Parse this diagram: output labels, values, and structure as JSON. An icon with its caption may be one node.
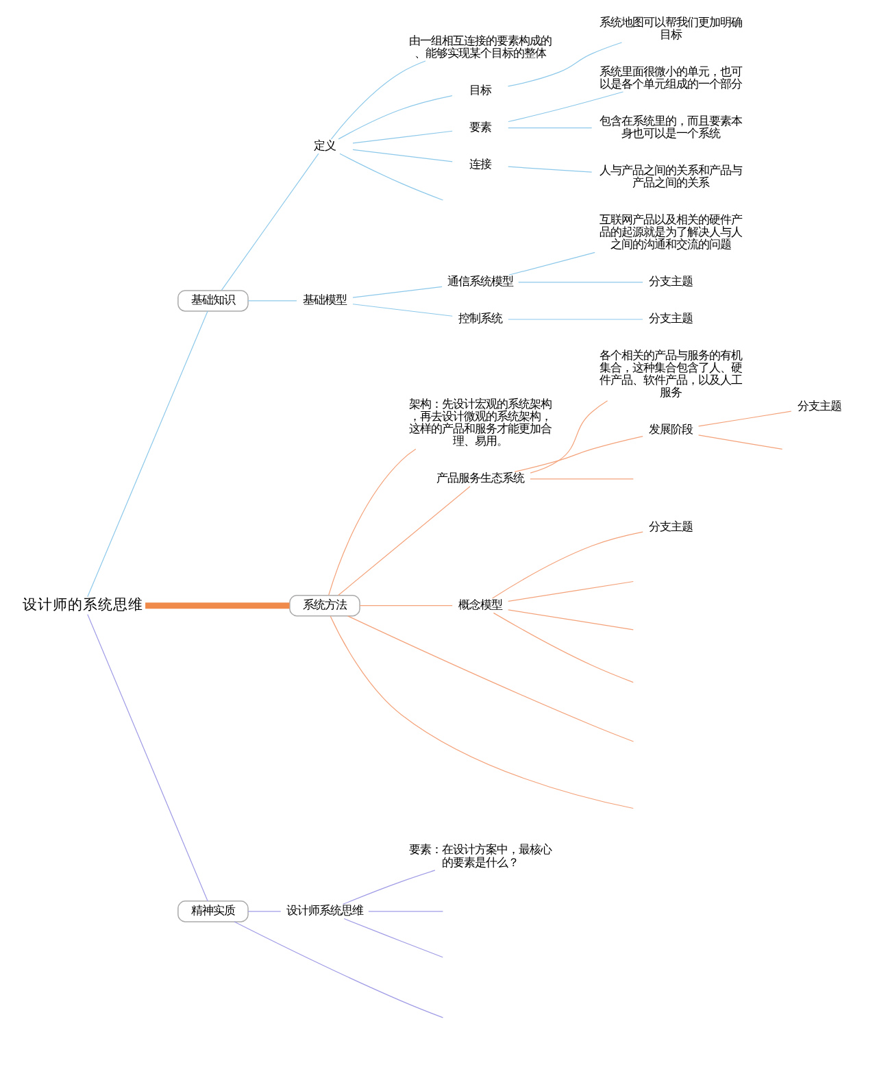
{
  "diagram": {
    "nodes": [
      {
        "text": [
          "设计师的系统思维"
        ]
      },
      {
        "text": [
          "基础知识"
        ]
      },
      {
        "text": [
          "定义"
        ]
      },
      {
        "text": [
          "由一组相互连接的要素构成的、能够实现某个目标的整体"
        ]
      },
      {
        "text": [
          "目标"
        ]
      },
      {
        "text": [
          "系统地图可以帮我们更加明确目标"
        ]
      },
      {
        "text": [
          "要素"
        ]
      },
      {
        "text": [
          "系统里面很微小的单元，也可以是各个单元组成的一个部分"
        ]
      },
      {
        "text": [
          "包含在系统里的，而且要素本身也可以是一个系统"
        ]
      },
      {
        "text": [
          "连接"
        ]
      },
      {
        "text": [
          "人与产品之间的关系和产品与产品之间的关系"
        ]
      },
      {
        "text": [
          "基础模型"
        ]
      },
      {
        "text": [
          "通信系统模型"
        ]
      },
      {
        "text": [
          "互联网产品以及相关的硬件产品的起源就是为了解决人与人之间的沟通和交流的问题"
        ]
      },
      {
        "text": [
          "分支主题"
        ]
      },
      {
        "text": [
          "控制系统"
        ]
      },
      {
        "text": [
          "分支主题"
        ]
      },
      {
        "text": [
          "系统方法"
        ]
      },
      {
        "text": [
          "架构：先设计宏观的系统架构，再去设计微观的系统架构，这样的产品和服务才能更加合理、易用。"
        ]
      },
      {
        "text": [
          "产品服务生态系统"
        ]
      },
      {
        "text": [
          "各个相关的产品与服务的有机集合，这种集合包含了人、硬件产品、软件产品，以及人工服务"
        ]
      },
      {
        "text": [
          "发展阶段"
        ]
      },
      {
        "text": [
          "分支主题"
        ]
      },
      {
        "text": [
          "概念模型"
        ]
      },
      {
        "text": [
          "分支主题"
        ]
      },
      {
        "text": [
          "精神实质"
        ]
      },
      {
        "text": [
          "设计师系统思维"
        ]
      },
      {
        "text": [
          "要素：在设计方案中，最核心的要素是什么？"
        ]
      }
    ],
    "edges": [
      {
        "from": 0,
        "to": 1,
        "arrow": "none"
      },
      {
        "from": 1,
        "to": 2,
        "arrow": "none"
      },
      {
        "from": 2,
        "to": 3,
        "arrow": "none"
      },
      {
        "from": 2,
        "to": 4,
        "arrow": "none"
      },
      {
        "from": 4,
        "to": 5,
        "arrow": "none"
      },
      {
        "from": 2,
        "to": 6,
        "arrow": "none"
      },
      {
        "from": 6,
        "to": 7,
        "arrow": "none"
      },
      {
        "from": 6,
        "to": 8,
        "arrow": "none"
      },
      {
        "from": 2,
        "to": 9,
        "arrow": "none"
      },
      {
        "from": 9,
        "to": 10,
        "arrow": "none"
      },
      {
        "from": 2,
        "to": null,
        "arrow": "none"
      },
      {
        "from": 1,
        "to": 11,
        "arrow": "none"
      },
      {
        "from": 11,
        "to": 12,
        "arrow": "none"
      },
      {
        "from": 12,
        "to": 13,
        "arrow": "none"
      },
      {
        "from": 12,
        "to": 14,
        "arrow": "none"
      },
      {
        "from": 11,
        "to": 15,
        "arrow": "none"
      },
      {
        "from": 15,
        "to": 16,
        "arrow": "none"
      },
      {
        "from": 0,
        "to": 17,
        "arrow": "none",
        "style": "thick",
        "color": "#f08a4b"
      },
      {
        "from": 17,
        "to": 18,
        "arrow": "none",
        "color": "#f4a27a"
      },
      {
        "from": 17,
        "to": 19,
        "arrow": "none",
        "color": "#f4a27a"
      },
      {
        "from": 19,
        "to": 20,
        "arrow": "none",
        "color": "#f4a27a"
      },
      {
        "from": 19,
        "to": 21,
        "arrow": "none",
        "color": "#f4a27a"
      },
      {
        "from": 21,
        "to": 22,
        "arrow": "none",
        "color": "#f4a27a"
      },
      {
        "from": 21,
        "to": null,
        "arrow": "none",
        "color": "#f4a27a"
      },
      {
        "from": 19,
        "to": null,
        "arrow": "none",
        "color": "#f4a27a"
      },
      {
        "from": 17,
        "to": 23,
        "arrow": "none",
        "color": "#f4a27a"
      },
      {
        "from": 23,
        "to": 24,
        "arrow": "none",
        "color": "#f4a27a"
      },
      {
        "from": 23,
        "to": null,
        "arrow": "none",
        "color": "#f4a27a"
      },
      {
        "from": 23,
        "to": null,
        "arrow": "none",
        "color": "#f4a27a"
      },
      {
        "from": 23,
        "to": null,
        "arrow": "none",
        "color": "#f4a27a"
      },
      {
        "from": 17,
        "to": null,
        "arrow": "none",
        "color": "#f4a27a"
      },
      {
        "from": 17,
        "to": null,
        "arrow": "none",
        "color": "#f4a27a"
      },
      {
        "from": 0,
        "to": 25,
        "arrow": "none",
        "color": "#9f9be6"
      },
      {
        "from": 25,
        "to": 26,
        "arrow": "none",
        "color": "#9f9be6"
      },
      {
        "from": 26,
        "to": 27,
        "arrow": "none",
        "color": "#9f9be6"
      },
      {
        "from": 26,
        "to": null,
        "arrow": "none",
        "color": "#9f9be6"
      },
      {
        "from": 26,
        "to": null,
        "arrow": "none",
        "color": "#9f9be6"
      },
      {
        "from": 25,
        "to": null,
        "arrow": "none",
        "color": "#9f9be6"
      }
    ]
  }
}
